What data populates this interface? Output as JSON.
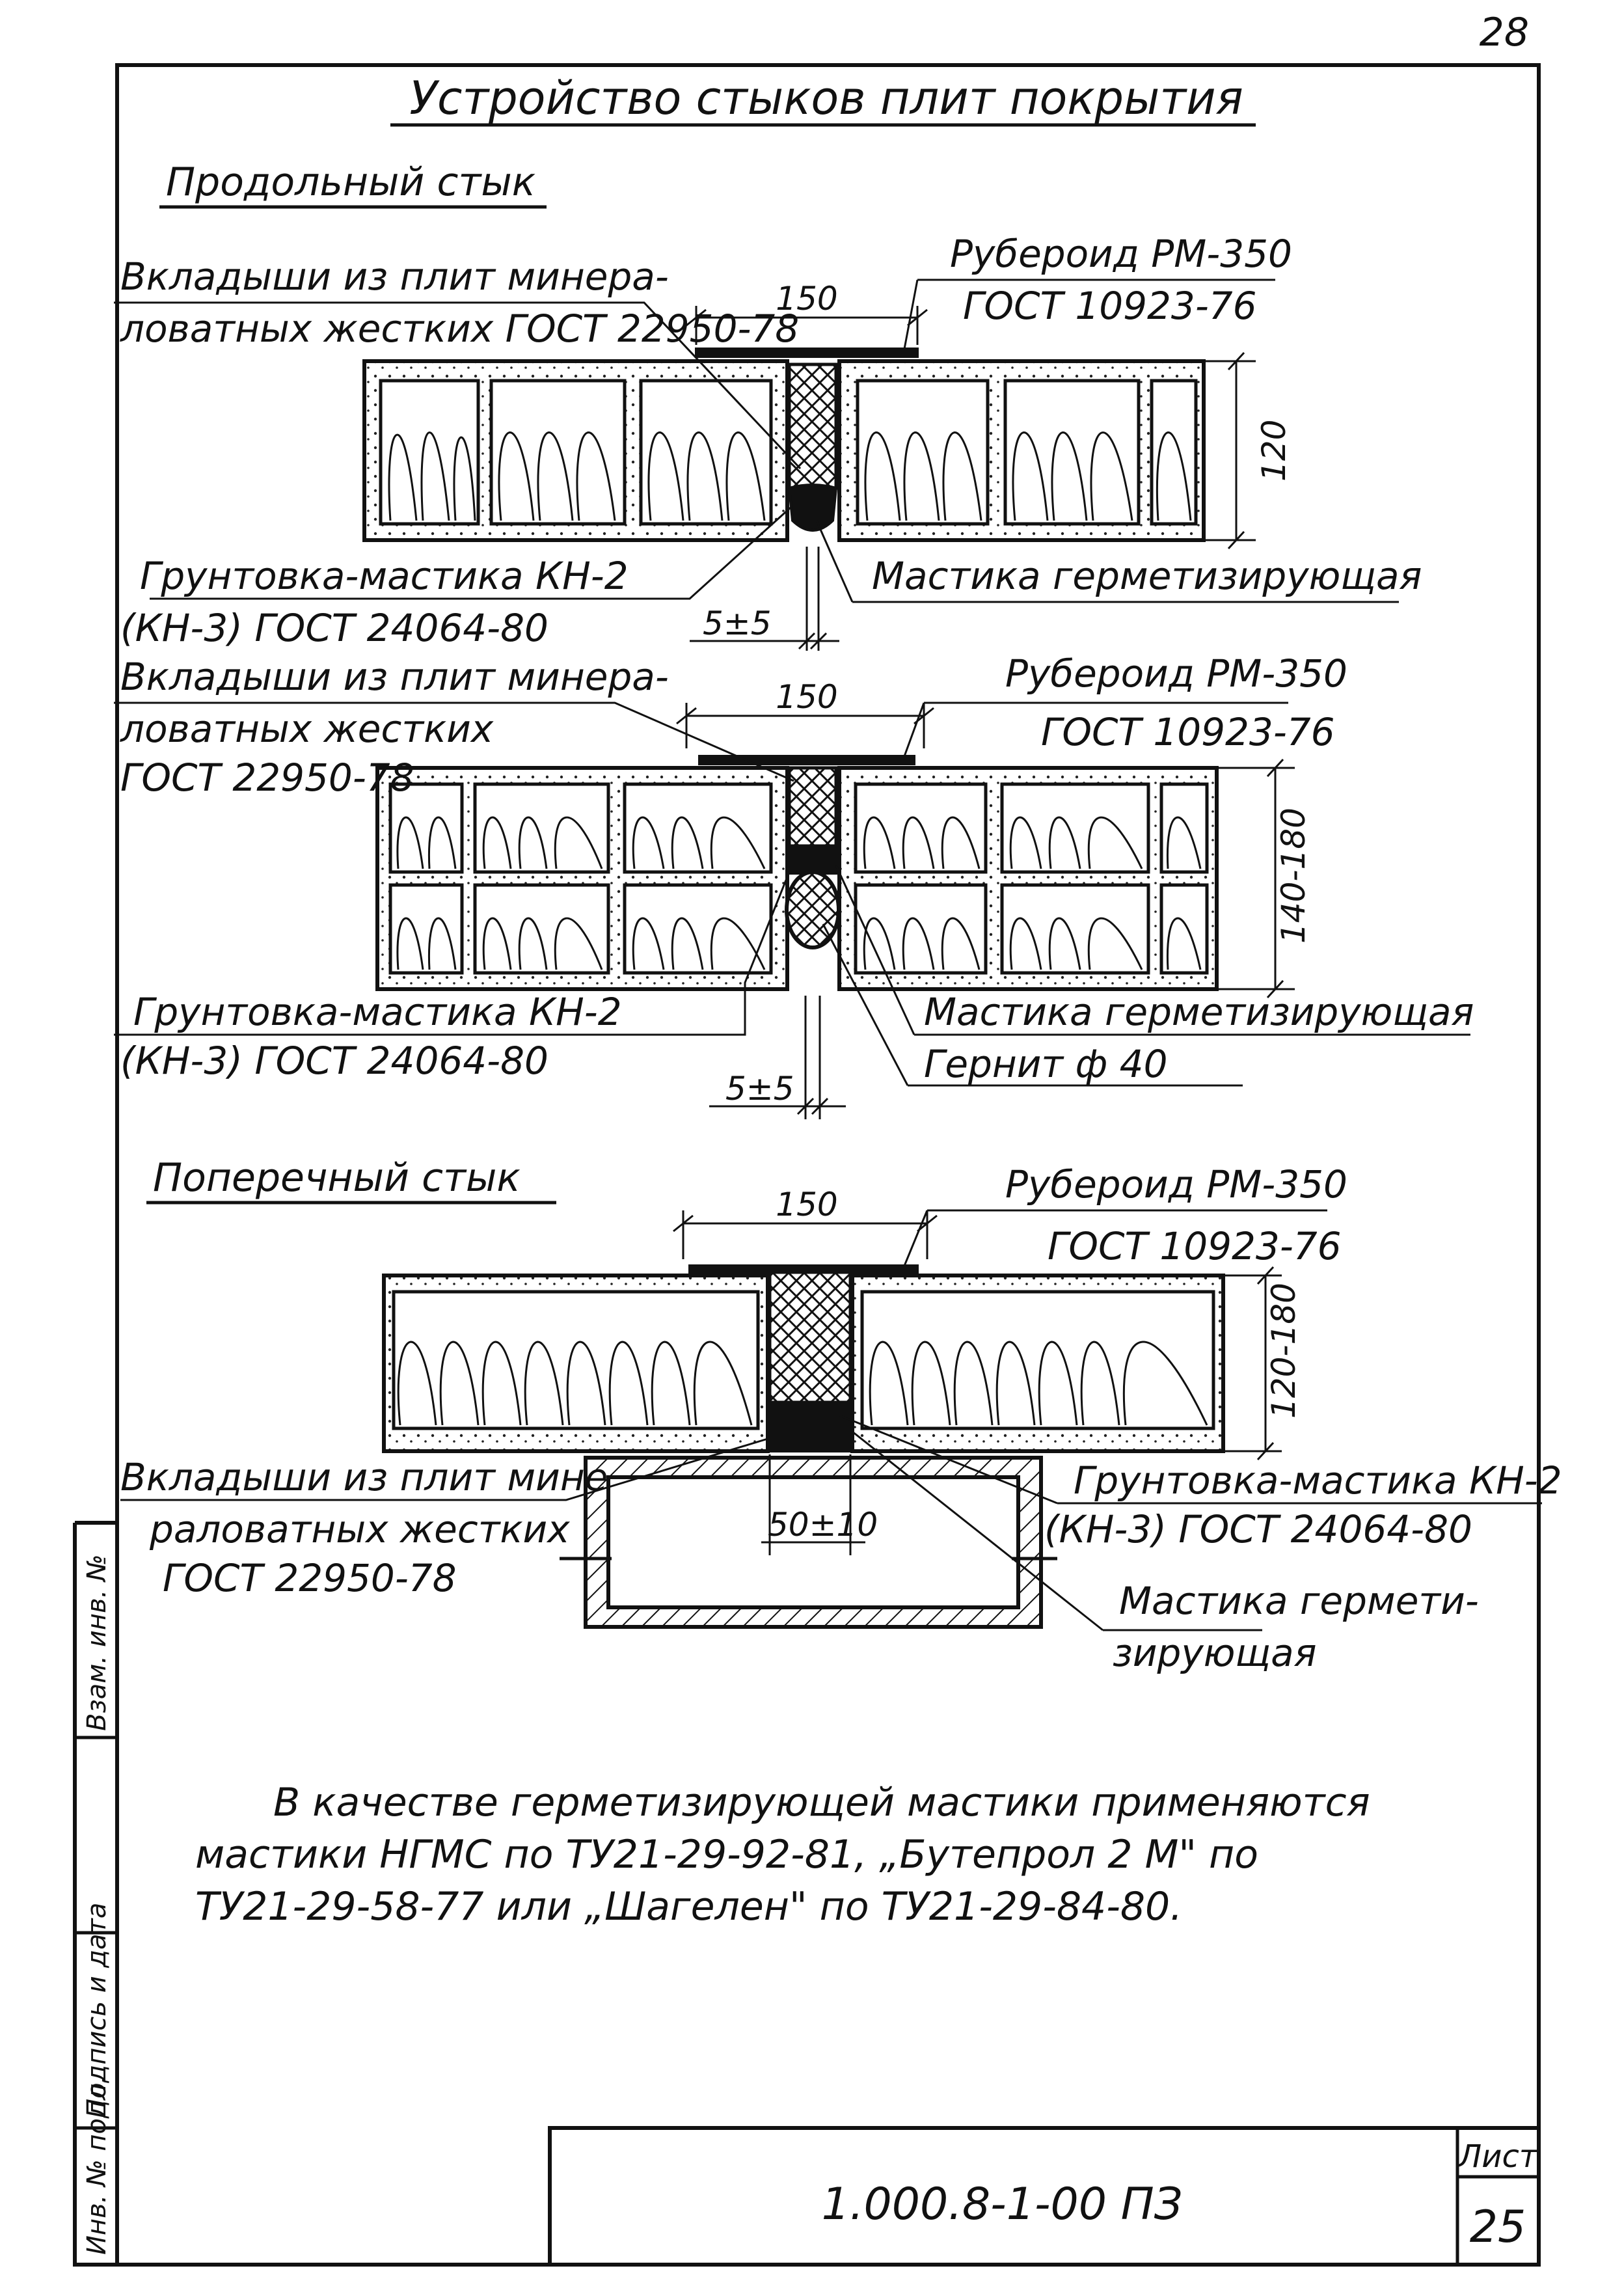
{
  "page_number": "28",
  "title": "Устройство стыков плит покрытия",
  "section_longitudinal": "Продольный стык",
  "section_transverse": "Поперечный стык",
  "joint1": {
    "insert_label_1": "Вкладыши из плит минера-",
    "insert_label_2": "ловатных жестких ГОСТ 22950-78",
    "roofing_1": "Рубероид РМ-350",
    "roofing_2": "ГОСТ 10923-76",
    "primer_1": "Грунтовка-мастика КН-2",
    "primer_2": "(КН-3) ГОСТ 24064-80",
    "sealant": "Мастика герметизирующая",
    "dim_width": "150",
    "dim_gap": "5±5",
    "dim_height": "120"
  },
  "joint2": {
    "insert_label_1": "Вкладыши из плит минера-",
    "insert_label_2": "ловатных жестких",
    "insert_label_3": "ГОСТ 22950-78",
    "roofing_1": "Рубероид РМ-350",
    "roofing_2": "ГОСТ 10923-76",
    "primer_1": "Грунтовка-мастика КН-2",
    "primer_2": "(КН-3) ГОСТ 24064-80",
    "sealant": "Мастика герметизирующая",
    "gernit": "Гернит ф 40",
    "dim_width": "150",
    "dim_gap": "5±5",
    "dim_height": "140-180"
  },
  "joint3": {
    "roofing_1": "Рубероид РМ-350",
    "roofing_2": "ГОСТ 10923-76",
    "insert_label_1": "Вкладыши из плит мине",
    "insert_label_2": "раловатных жестких",
    "insert_label_3": "ГОСТ 22950-78",
    "primer_1": "Грунтовка-мастика КН-2",
    "primer_2": "(КН-3) ГОСТ 24064-80",
    "sealant_1": "Мастика гермети-",
    "sealant_2": "зирующая",
    "dim_width": "150",
    "dim_gap": "50±10",
    "dim_height": "120-180"
  },
  "note": {
    "line1": "В качестве герметизирующей мастики применяются",
    "line2": "мастики НГМС по ТУ21-29-92-81, „Бутепрол 2 М\" по",
    "line3": "ТУ21-29-58-77 или „Шагелен\" по ТУ21-29-84-80."
  },
  "side_stamp": {
    "inv_orig": "Инв. № подл.",
    "sign_date": "Подпись и дата",
    "replace_inv": "Взам. инв. №"
  },
  "title_block": {
    "doc_code": "1.000.8-1-00 ПЗ",
    "sheet_label": "Лист",
    "sheet_number": "25"
  }
}
